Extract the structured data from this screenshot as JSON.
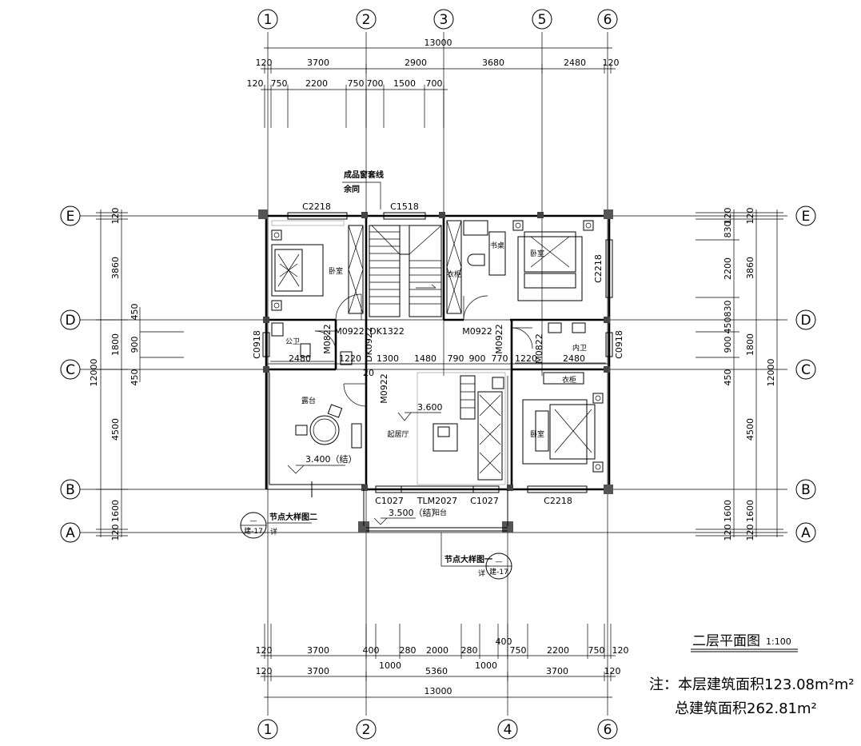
{
  "drawing": {
    "title": "二层平面图",
    "scale": "1:100",
    "note_area_label": "注：本层建筑面积123.08m²m²",
    "note_total_label": "总建筑面积262.81m²"
  },
  "axes": {
    "vertical_top": [
      "1",
      "2",
      "3",
      "5",
      "6"
    ],
    "vertical_bottom": [
      "1",
      "2",
      "4",
      "6"
    ],
    "horizontal_left": [
      "E",
      "D",
      "C",
      "B",
      "A"
    ],
    "horizontal_right": [
      "E",
      "D",
      "C",
      "B",
      "A"
    ]
  },
  "dimensions": {
    "top_total": "13000",
    "top_row1": [
      "120",
      "3700",
      "2900",
      "3680",
      "2480",
      "120"
    ],
    "top_row2": [
      "120",
      "750",
      "2200",
      "750",
      "700",
      "1500",
      "700"
    ],
    "bottom_row1": [
      "120",
      "3700",
      "400",
      "280",
      "2000",
      "280",
      "400",
      "750",
      "2200",
      "750",
      "120"
    ],
    "bottom_row1b": [
      "1000",
      "1000"
    ],
    "bottom_row2": [
      "120",
      "3700",
      "5360",
      "3700",
      "120"
    ],
    "bottom_total": "13000",
    "left_outer": [
      "120",
      "3860",
      "1800",
      "4500",
      "1600",
      "120"
    ],
    "left_total": "12000",
    "left_inner": [
      "450",
      "900",
      "450"
    ],
    "right_inner": [
      "120",
      "830",
      "2200",
      "830",
      "450",
      "900",
      "450",
      "1600",
      "120"
    ],
    "right_outer": [
      "120",
      "3860",
      "1800",
      "4500",
      "1600",
      "120"
    ],
    "right_total": "12000"
  },
  "rooms": {
    "bedroom_nw": "卧室",
    "bedroom_ne": "卧室",
    "bedroom_se": "卧室",
    "public_bath": "公卫",
    "inner_bath": "内卫",
    "terrace": "露台",
    "living": "起居厅",
    "balcony": "阳台",
    "desk": "书桌",
    "wardrobe": "衣柜",
    "closet": "衣柜"
  },
  "labels": {
    "window_C2218_top": "C2218",
    "window_C1518": "C1518",
    "window_C2218_right": "C2218",
    "window_C0918_left": "C0918",
    "window_C0918_right": "C0918",
    "window_C2218_bottom": "C2218",
    "window_C1027_a": "C1027",
    "window_C1027_b": "C1027",
    "door_TLM2027": "TLM2027",
    "door_M0922_1": "M0922",
    "door_DK1322": "DK1322",
    "door_M0922_2": "M0922",
    "door_M0822_1": "M0822",
    "door_DK0922": "DK0922",
    "door_M0822_2": "M0822",
    "door_M0922_3": "M0922",
    "door_M0922_4": "M0922",
    "dim_2480_a": "2480",
    "dim_1220_a": "1220",
    "dim_1300": "1300",
    "dim_1480": "1480",
    "dim_790": "790",
    "dim_900": "900",
    "dim_770": "770",
    "dim_1220_b": "1220",
    "dim_2480_b": "2480",
    "dim_20": "20",
    "level_3600": "3.600",
    "level_3400": "3.400（结）",
    "level_3500": "3.500（结）",
    "window_trim_note_1": "成品窗套线",
    "window_trim_note_2": "余同",
    "detail_note_2": "节点大样图二",
    "detail_note_1": "节点大样图一",
    "detail_ref": "详",
    "detail_ref_b": "详",
    "detail_sheet": "建-17",
    "detail_sheet_b": "建-17",
    "detail_dash": "—",
    "detail_dash_b": "—"
  }
}
